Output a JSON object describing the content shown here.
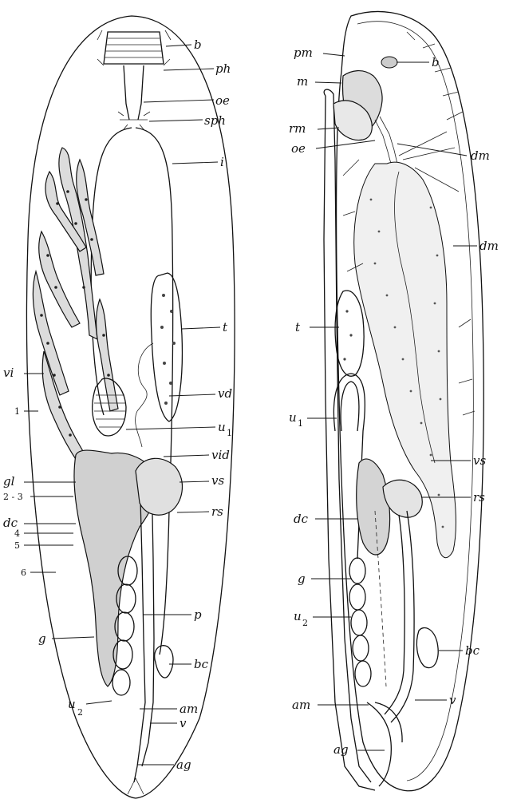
{
  "left_specimen": {
    "labels": {
      "b": "b",
      "ph": "ph",
      "oe": "oe",
      "sph": "sph",
      "i": "i",
      "t": "t",
      "vd": "vd",
      "u1_main": "u",
      "u1_sub": "1",
      "vid": "vid",
      "vs": "vs",
      "rs": "rs",
      "vi": "vi",
      "gl": "gl",
      "dc": "dc",
      "p": "p",
      "bc": "bc",
      "g": "g",
      "u2_main": "u",
      "u2_sub": "2",
      "am": "am",
      "v": "v",
      "ag": "ag"
    },
    "numbers": {
      "n1": "1",
      "n23": "2 - 3",
      "n4": "4",
      "n5": "5",
      "n6": "6"
    }
  },
  "right_specimen": {
    "labels": {
      "pm": "pm",
      "b": "b",
      "m": "m",
      "rm": "rm",
      "oe": "oe",
      "dm_top": "dm",
      "dm_mid": "dm",
      "t": "t",
      "u1_main": "u",
      "u1_sub": "1",
      "vs": "vs",
      "rs": "rs",
      "dc": "dc",
      "g": "g",
      "u2_main": "u",
      "u2_sub": "2",
      "bc": "bc",
      "am": "am",
      "v": "v",
      "ag": "ag"
    }
  },
  "colors": {
    "ink": "#111111",
    "paper": "#ffffff"
  }
}
